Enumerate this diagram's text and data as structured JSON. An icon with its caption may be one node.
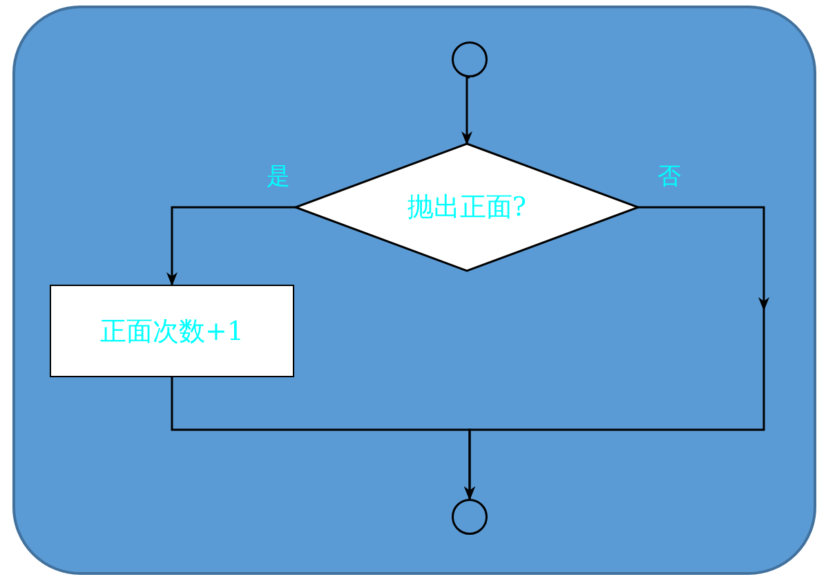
{
  "diagram": {
    "nodes": [
      {
        "text": [],
        "shape": "circle"
      },
      {
        "text": [
          "抛出正面?"
        ]
      },
      {
        "text": [
          "正面次数+1"
        ]
      },
      {
        "text": [],
        "shape": "circle"
      }
    ],
    "edges": [
      {
        "from": 0,
        "to": 1,
        "arrow": "to"
      },
      {
        "from": 1,
        "to": 2,
        "arrow": "to",
        "label": "是"
      },
      {
        "from": 1,
        "to": 3,
        "arrow": "to",
        "label": "否"
      },
      {
        "from": 2,
        "to": 3,
        "arrow": "to"
      }
    ]
  }
}
